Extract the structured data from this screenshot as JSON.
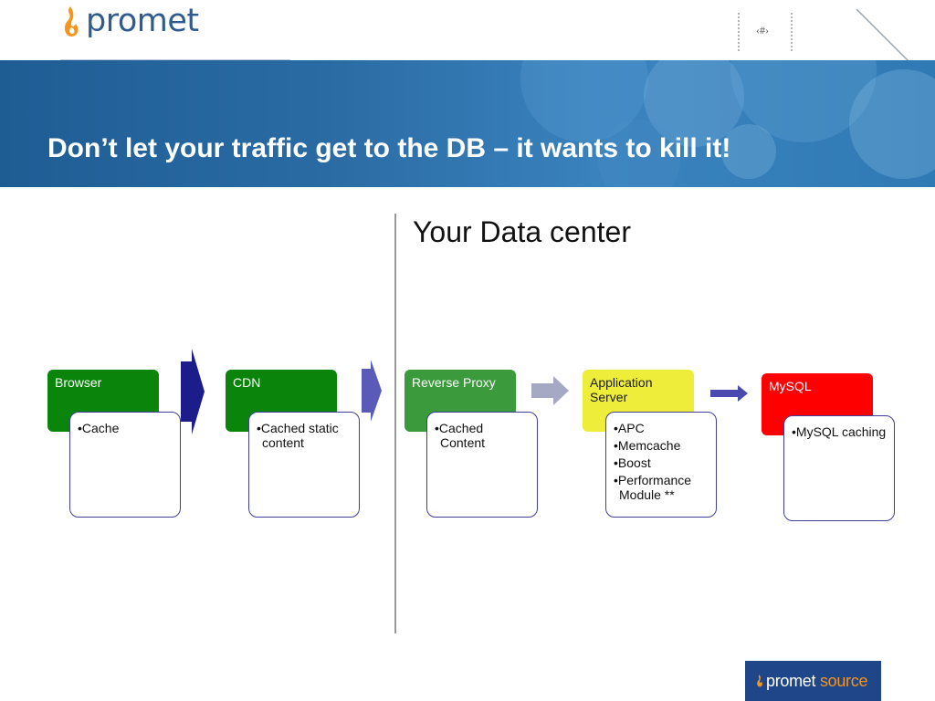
{
  "header": {
    "brand": "promet",
    "slide_number": "‹#›"
  },
  "title": "Don’t let your traffic get to the DB – it wants to kill it!",
  "region_label": "Your Data center",
  "stages": [
    {
      "name": "Browser",
      "color": "#0a840a",
      "items": [
        "Cache"
      ]
    },
    {
      "name": "CDN",
      "color": "#0a840a",
      "items": [
        "Cached static content"
      ]
    },
    {
      "name": "Reverse Proxy",
      "color": "#3b9a3b",
      "items": [
        "Cached Content"
      ]
    },
    {
      "name": "Application Server",
      "color": "#eeee3a",
      "items": [
        "APC",
        "Memcache",
        "Boost",
        "Performance Module **"
      ]
    },
    {
      "name": "MySQL",
      "color": "#ff0000",
      "items": [
        "MySQL caching"
      ]
    }
  ],
  "footer": {
    "brand_word1": "promet",
    "brand_word2": "source"
  },
  "colors": {
    "banner": "#2b6ba4",
    "brand_blue": "#2f5b8f",
    "brand_orange": "#f7941d",
    "footer_bg": "#1f4688"
  }
}
